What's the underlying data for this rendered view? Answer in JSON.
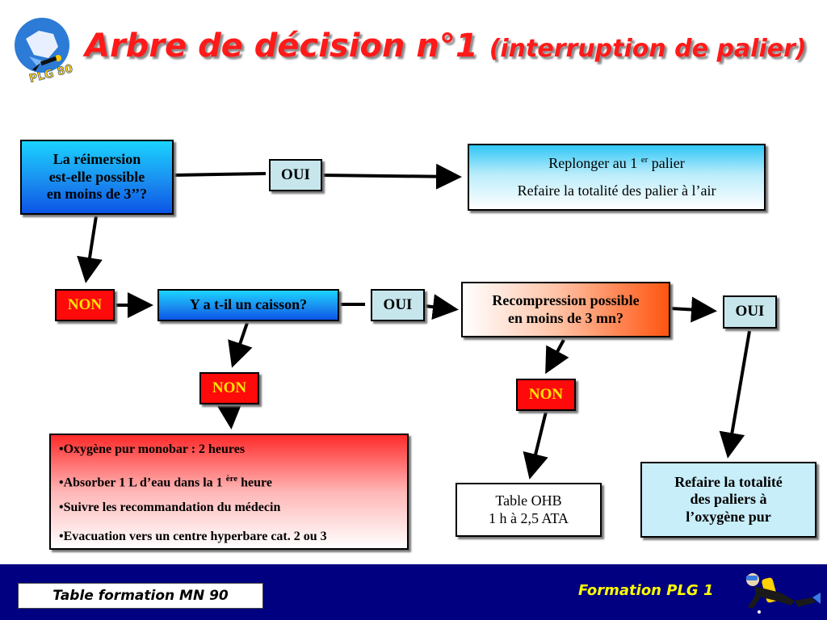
{
  "title": {
    "main": "Arbre de décision n°1",
    "sub": "(interruption de palier)"
  },
  "logo": {
    "text": "PLG 80"
  },
  "boxes": {
    "q1": [
      "La réimersion",
      "est-elle possible",
      "en moins de 3’’?"
    ],
    "oui1": "OUI",
    "replonger": {
      "line1_pre": "Replonger au 1 ",
      "line1_sup": "er",
      "line1_post": " palier",
      "line2": "Refaire la totalité des palier à l’air"
    },
    "non1": "NON",
    "q2": "Y a t-il un caisson?",
    "oui2": "OUI",
    "q3": [
      "Recompression possible",
      "en moins de 3 mn?"
    ],
    "oui3": "OUI",
    "non2": "NON",
    "non3": "NON",
    "bullets": {
      "b1": "•Oxygène pur monobar : 2 heures",
      "b2_pre": "•Absorber 1 L d’eau dans la 1 ",
      "b2_sup": "ère",
      "b2_post": " heure",
      "b3": "•Suivre les recommandation du médecin",
      "b4": "•Evacuation vers un centre hyperbare cat. 2 ou 3"
    },
    "ohb": [
      "Table OHB",
      "1 h à 2,5 ATA"
    ],
    "refaire": [
      "Refaire la totalité",
      "des paliers à",
      "l’oxygène pur"
    ]
  },
  "footer": {
    "left": "Table formation MN 90",
    "right": "Formation PLG 1"
  },
  "colors": {
    "title": "#ff1a1a",
    "non_background": "#ff0a0a",
    "non_text": "#ffe600",
    "footer_background": "#000080",
    "footer_right_text": "#ffff00"
  }
}
